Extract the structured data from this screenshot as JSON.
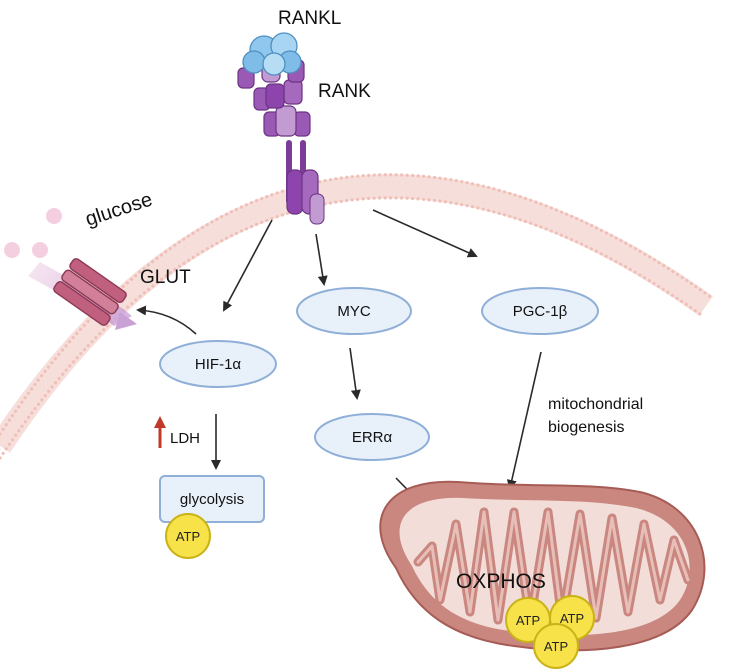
{
  "labels": {
    "rankl": "RANKL",
    "rank": "RANK",
    "glucose": "glucose",
    "glut": "GLUT",
    "ldh": "LDH",
    "mito_biogenesis_line1": "mitochondrial",
    "mito_biogenesis_line2": "biogenesis",
    "oxphos": "OXPHOS"
  },
  "nodes": {
    "hif": "HIF-1α",
    "myc": "MYC",
    "pgc": "PGC-1β",
    "err": "ERRα",
    "glycolysis": "glycolysis"
  },
  "atp": {
    "glycolysis": "ATP",
    "oxphos": [
      "ATP",
      "ATP",
      "ATP"
    ]
  },
  "colors": {
    "membrane": "#f2c7c0",
    "node_fill": "#e8f0fa",
    "node_stroke": "#8fafd8",
    "receptor": "#9b59b6",
    "ligand": "#8fc7ee",
    "glut": "#c1607e",
    "mito_outer": "#c9877f",
    "mito_inner": "#f2ddd8",
    "atp": "#f8e24a",
    "ldh_arrow": "#c0392b",
    "arrow": "#2a2a2a"
  },
  "icons": [
    "rankl-ligand-icon",
    "rank-receptor-icon",
    "glut-transporter-icon",
    "mitochondrion-icon",
    "up-arrow-icon"
  ]
}
